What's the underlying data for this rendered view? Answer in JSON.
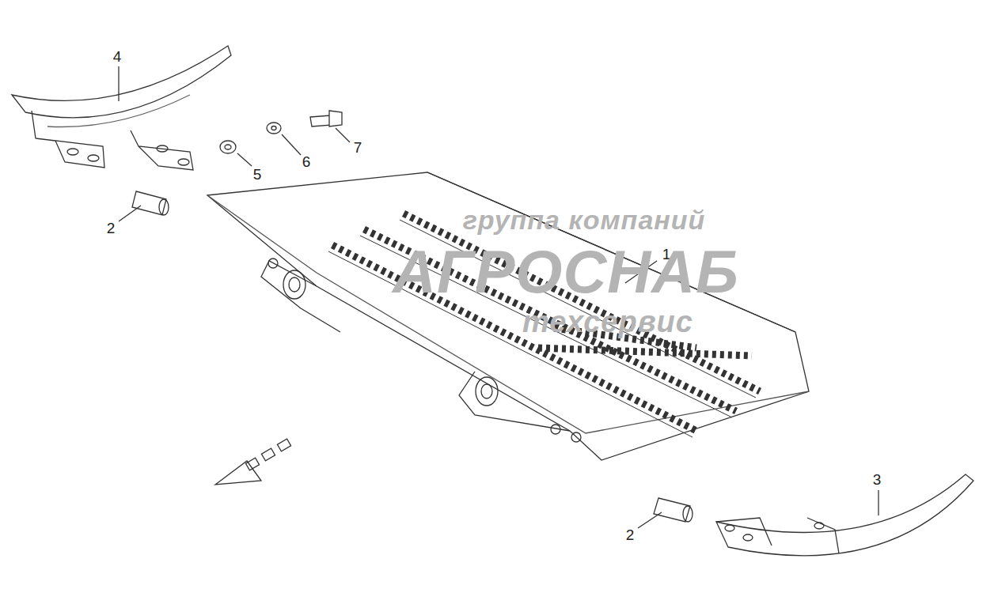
{
  "diagram": {
    "labels": [
      "4",
      "5",
      "6",
      "7",
      "2",
      "1",
      "2",
      "3",
      "группа компаний",
      "АГРОСНАБ",
      "техсервис"
    ]
  }
}
